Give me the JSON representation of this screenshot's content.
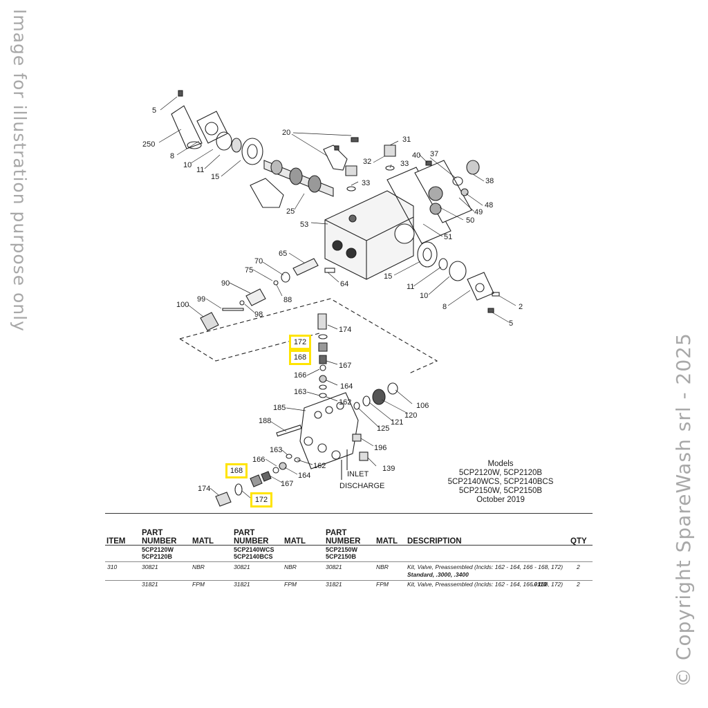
{
  "watermarks": {
    "left": "Image for illustration purpose only",
    "right": "© Copyright SpareWash srl - 2025"
  },
  "callouts": [
    {
      "id": "c5a",
      "text": "5"
    },
    {
      "id": "c250",
      "text": "250"
    },
    {
      "id": "c8a",
      "text": "8"
    },
    {
      "id": "c10a",
      "text": "10"
    },
    {
      "id": "c11a",
      "text": "11"
    },
    {
      "id": "c15a",
      "text": "15"
    },
    {
      "id": "c20",
      "text": "20"
    },
    {
      "id": "c25",
      "text": "25"
    },
    {
      "id": "c31",
      "text": "31"
    },
    {
      "id": "c32",
      "text": "32"
    },
    {
      "id": "c33a",
      "text": "33"
    },
    {
      "id": "c33b",
      "text": "33"
    },
    {
      "id": "c40",
      "text": "40"
    },
    {
      "id": "c37",
      "text": "37"
    },
    {
      "id": "c38",
      "text": "38"
    },
    {
      "id": "c48",
      "text": "48"
    },
    {
      "id": "c49",
      "text": "49"
    },
    {
      "id": "c50",
      "text": "50"
    },
    {
      "id": "c51",
      "text": "51"
    },
    {
      "id": "c53",
      "text": "53"
    },
    {
      "id": "c65",
      "text": "65"
    },
    {
      "id": "c70",
      "text": "70"
    },
    {
      "id": "c75",
      "text": "75"
    },
    {
      "id": "c90",
      "text": "90"
    },
    {
      "id": "c88",
      "text": "88"
    },
    {
      "id": "c64",
      "text": "64"
    },
    {
      "id": "c99",
      "text": "99"
    },
    {
      "id": "c100",
      "text": "100"
    },
    {
      "id": "c98",
      "text": "98"
    },
    {
      "id": "c15b",
      "text": "15"
    },
    {
      "id": "c11b",
      "text": "11"
    },
    {
      "id": "c10b",
      "text": "10"
    },
    {
      "id": "c8b",
      "text": "8"
    },
    {
      "id": "c2",
      "text": "2"
    },
    {
      "id": "c5b",
      "text": "5"
    },
    {
      "id": "c174a",
      "text": "174"
    },
    {
      "id": "c167a",
      "text": "167"
    },
    {
      "id": "c166a",
      "text": "166"
    },
    {
      "id": "c164a",
      "text": "164"
    },
    {
      "id": "c163a",
      "text": "163"
    },
    {
      "id": "c162a",
      "text": "162"
    },
    {
      "id": "c185",
      "text": "185"
    },
    {
      "id": "c106",
      "text": "106"
    },
    {
      "id": "c120",
      "text": "120"
    },
    {
      "id": "c121",
      "text": "121"
    },
    {
      "id": "c125",
      "text": "125"
    },
    {
      "id": "c188",
      "text": "188"
    },
    {
      "id": "c196",
      "text": "196"
    },
    {
      "id": "c163b",
      "text": "163"
    },
    {
      "id": "c166b",
      "text": "166"
    },
    {
      "id": "c162b",
      "text": "162"
    },
    {
      "id": "c139",
      "text": "139"
    },
    {
      "id": "c164b",
      "text": "164"
    },
    {
      "id": "c167b",
      "text": "167"
    },
    {
      "id": "c174b",
      "text": "174"
    },
    {
      "id": "cInlet",
      "text": "INLET"
    },
    {
      "id": "cDischarge",
      "text": "DISCHARGE"
    }
  ],
  "highlighted_callouts": [
    {
      "id": "h172a",
      "text": "172"
    },
    {
      "id": "h168a",
      "text": "168"
    },
    {
      "id": "h168b",
      "text": "168"
    },
    {
      "id": "h172b",
      "text": "172"
    }
  ],
  "models": {
    "title": "Models",
    "lines": [
      "5CP2120W, 5CP2120B",
      "5CP2140WCS, 5CP2140BCS",
      "5CP2150W, 5CP2150B",
      "October 2019"
    ]
  },
  "table": {
    "headers": {
      "item": "ITEM",
      "part_number_top": "PART",
      "part_number_bottom": "NUMBER",
      "matl": "MATL",
      "description": "DESCRIPTION",
      "qty": "QTY"
    },
    "model_groups": [
      [
        "5CP2120W",
        "5CP2120B"
      ],
      [
        "5CP2140WCS",
        "5CP2140BCS"
      ],
      [
        "5CP2150W",
        "5CP2150B"
      ]
    ],
    "rows": [
      {
        "item": "310",
        "pn1": "30821",
        "m1": "NBR",
        "pn2": "30821",
        "m2": "NBR",
        "pn3": "30821",
        "m3": "NBR",
        "description": "Kit, Valve, Preassembled (Inclds: 162 - 164, 166 - 168, 172)",
        "description_bold": "Standard, .3000, .3400",
        "qty": "2"
      },
      {
        "item": "",
        "pn1": "31821",
        "m1": "FPM",
        "pn2": "31821",
        "m2": "FPM",
        "pn3": "31821",
        "m3": "FPM",
        "description": "Kit, Valve, Preassembled (Inclds: 162 - 164, 166 - 168, 172)",
        "description_bold": ".0110",
        "qty": "2"
      }
    ]
  }
}
